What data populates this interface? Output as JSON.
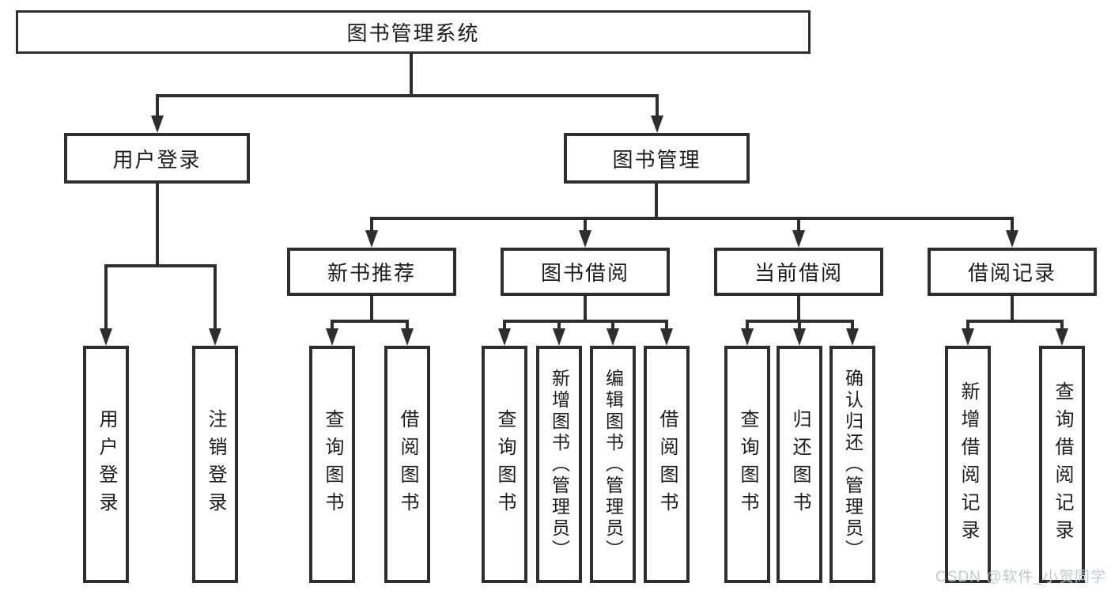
{
  "colors": {
    "line": "#2e2e2e",
    "text": "#1c1c1c",
    "background": "#ffffff",
    "watermark": "#c5c9cd"
  },
  "watermark": {
    "text": "CSDN @软件_小贺同学"
  },
  "tree": {
    "root": {
      "label": "图书管理系统",
      "children": [
        {
          "label": "用户登录",
          "children": [
            {
              "label": "用户登录"
            },
            {
              "label": "注销登录"
            }
          ]
        },
        {
          "label": "图书管理",
          "children": [
            {
              "label": "新书推荐",
              "children": [
                {
                  "label": "查询图书"
                },
                {
                  "label": "借阅图书"
                }
              ]
            },
            {
              "label": "图书借阅",
              "children": [
                {
                  "label": "查询图书"
                },
                {
                  "label": "新增图书（管理员）"
                },
                {
                  "label": "编辑图书（管理员）"
                },
                {
                  "label": "借阅图书"
                }
              ]
            },
            {
              "label": "当前借阅",
              "children": [
                {
                  "label": "查询图书"
                },
                {
                  "label": "归还图书"
                },
                {
                  "label": "确认归还（管理员）"
                }
              ]
            },
            {
              "label": "借阅记录",
              "children": [
                {
                  "label": "新增借阅记录"
                },
                {
                  "label": "查询借阅记录"
                }
              ]
            }
          ]
        }
      ]
    }
  }
}
